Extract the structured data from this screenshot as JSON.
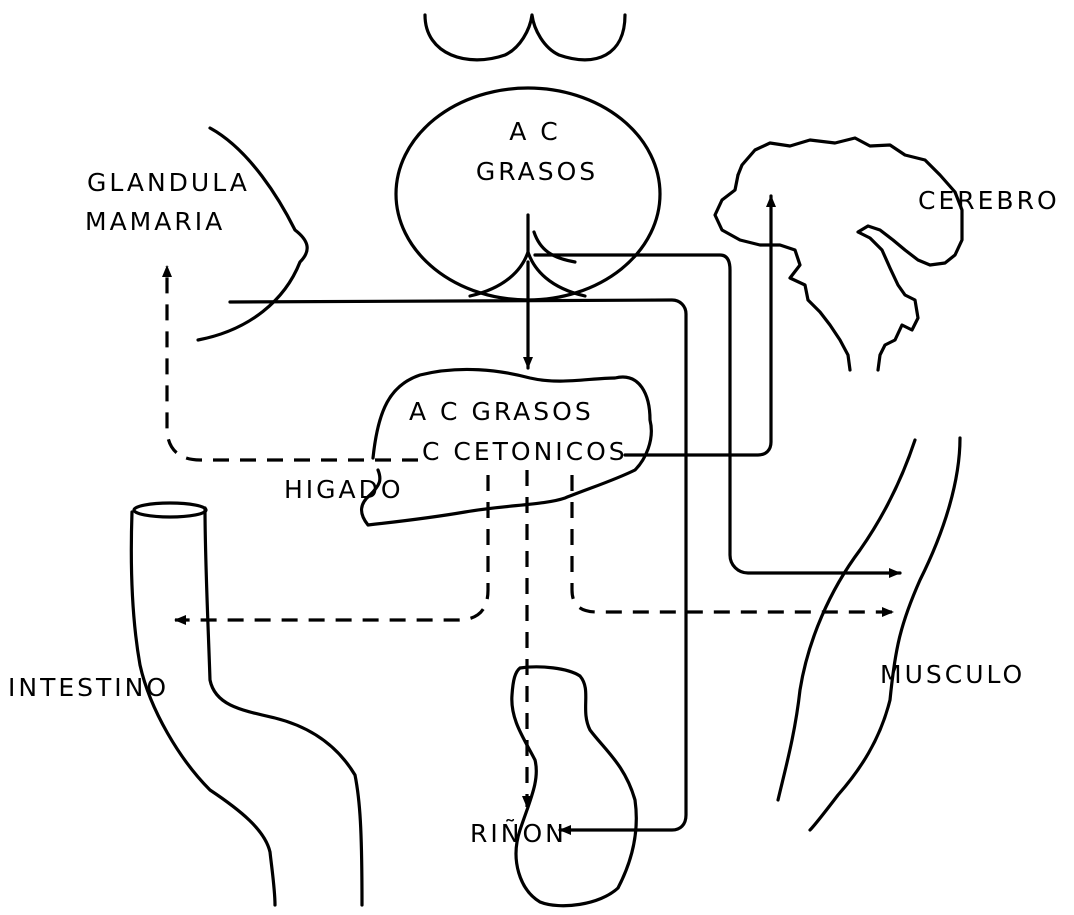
{
  "labels": {
    "fat_tissue_1": "A C",
    "fat_tissue_2": "GRASOS",
    "mammary_1": "GLANDULA",
    "mammary_2": "MAMARIA",
    "brain": "CEREBRO",
    "liver_content_1": "A C GRASOS",
    "liver_content_2": "C CETONICOS",
    "liver": "HIGADO",
    "intestine": "INTESTINO",
    "muscle": "MUSCULO",
    "kidney": "RIÑON"
  },
  "colors": {
    "ink": "#000000",
    "paper": "#ffffff"
  }
}
